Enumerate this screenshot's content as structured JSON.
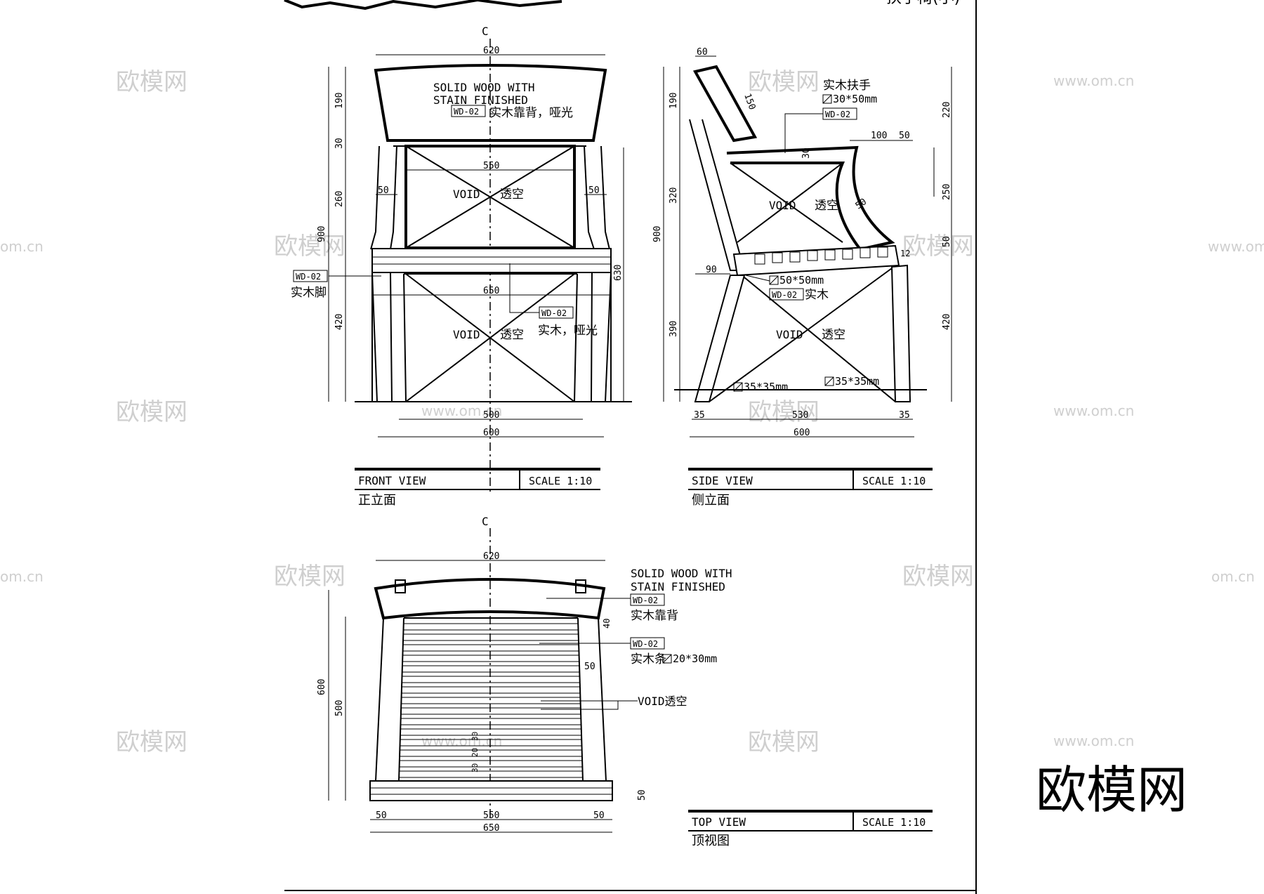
{
  "sheet": {
    "header_right_partial": "扶手椅(小)"
  },
  "common": {
    "void_en": "VOID",
    "void_cn": "透空",
    "wd_tag": "WD-02",
    "centerline": "C",
    "scale_label": "SCALE 1:10"
  },
  "front_view": {
    "title_en": "FRONT VIEW",
    "title_cn": "正立面",
    "note_line1": "SOLID WOOD WITH",
    "note_line2": "STAIN FINISHED",
    "note_cn": "实木靠背，哑光",
    "leg_cn": "实木脚",
    "rail_cn": "实木，哑光",
    "dims": {
      "top_width": "620",
      "inner_width": "550",
      "lower_width": "650",
      "base_width": "500",
      "overall_width": "600",
      "side_left": "50",
      "side_right": "50",
      "h_back": "190",
      "h_rail": "30",
      "h_arm": "260",
      "h_total": "900",
      "h_seat": "420",
      "h_arm_total": "630"
    }
  },
  "side_view": {
    "title_en": "SIDE VIEW",
    "title_cn": "侧立面",
    "armrest_cn": "实木扶手",
    "armrest_size": "30*50mm",
    "seat_rail_size": "50*50mm",
    "seat_rail_cn": "实木",
    "leg_size_left": "35*35mm",
    "leg_size_right": "35*35mm",
    "dims": {
      "top_offset": "60",
      "back_slant": "150",
      "arm_depth_a": "100",
      "arm_depth_b": "50",
      "arm_thk": "30",
      "seat_front": "90",
      "h_back": "190",
      "h_mid": "320",
      "h_total": "900",
      "h_seat": "390",
      "h_right_top": "220",
      "h_right_arm": "250",
      "h_right_seat": "50",
      "h_right_leg": "420",
      "arm_curve": "50",
      "bottom_left": "35",
      "bottom_mid": "530",
      "bottom_right": "35",
      "overall_depth": "600",
      "seat_side": "12"
    }
  },
  "top_view": {
    "title_en": "TOP VIEW",
    "title_cn": "顶视图",
    "note_line1": "SOLID WOOD WITH",
    "note_line2": "STAIN FINISHED",
    "back_cn": "实木靠背",
    "slat_cn": "实木条",
    "slat_size": "20*30mm",
    "void_label": "VOID透空",
    "dims": {
      "top_width": "620",
      "overall_depth": "600",
      "seat_depth": "500",
      "back_gap": "40",
      "side_w": "50",
      "front_rail": "50",
      "slat_a": "30",
      "slat_b": "20",
      "slat_c": "30",
      "bottom_left": "50",
      "bottom_mid": "550",
      "bottom_right": "50",
      "bottom_total": "650"
    }
  },
  "watermarks": {
    "brand_cn": "欧模网",
    "url": "www.om.cn",
    "url_short": "om.cn"
  }
}
